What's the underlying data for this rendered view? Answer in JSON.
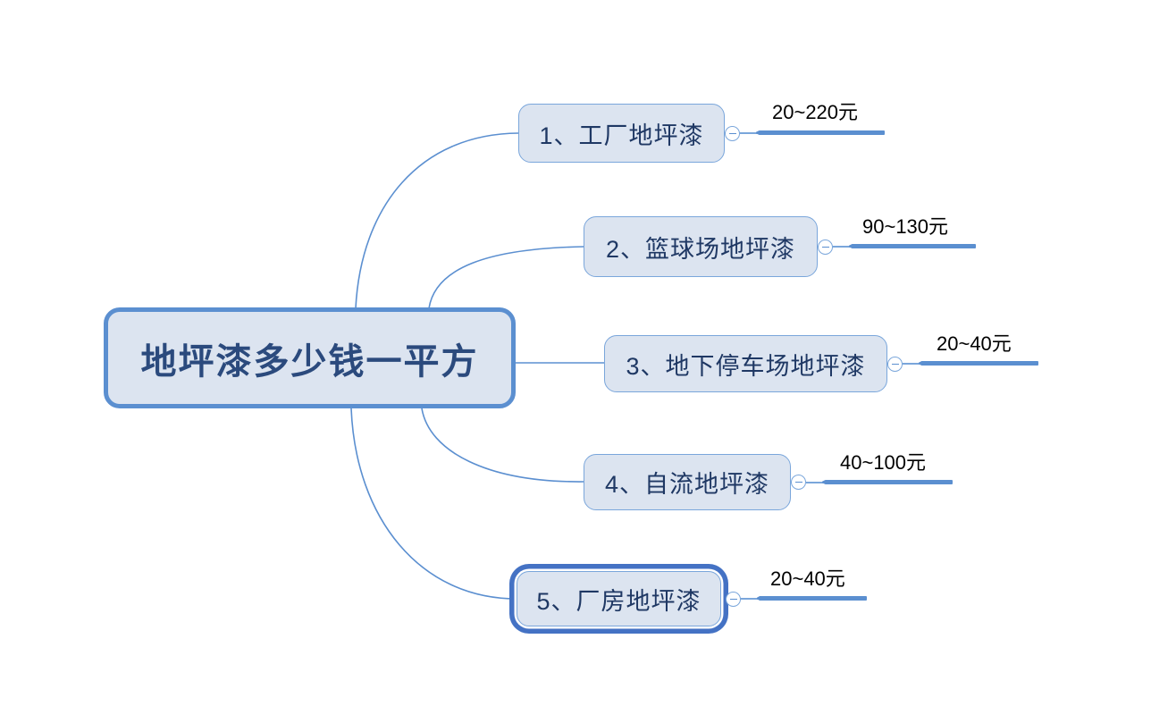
{
  "document": {
    "type": "mindmap",
    "background_color": "#ffffff",
    "accent_color": "#5b8fd0",
    "node_fill_color": "#dce4f0",
    "central_text_color": "#2b4a7d",
    "branch_text_color": "#1f3864"
  },
  "central": {
    "label": "地坪漆多少钱一平方"
  },
  "branches": [
    {
      "label": "1、工厂地坪漆",
      "price": "20~220元",
      "toggle_icon": "collapse-minus-icon",
      "selected": false
    },
    {
      "label": "2、篮球场地坪漆",
      "price": "90~130元",
      "toggle_icon": "collapse-minus-icon",
      "selected": false
    },
    {
      "label": "3、地下停车场地坪漆",
      "price": "20~40元",
      "toggle_icon": "collapse-minus-icon",
      "selected": false
    },
    {
      "label": "4、自流地坪漆",
      "price": "40~100元",
      "toggle_icon": "collapse-minus-icon",
      "selected": false
    },
    {
      "label": "5、厂房地坪漆",
      "price": "20~40元",
      "toggle_icon": "collapse-minus-icon",
      "selected": true
    }
  ]
}
